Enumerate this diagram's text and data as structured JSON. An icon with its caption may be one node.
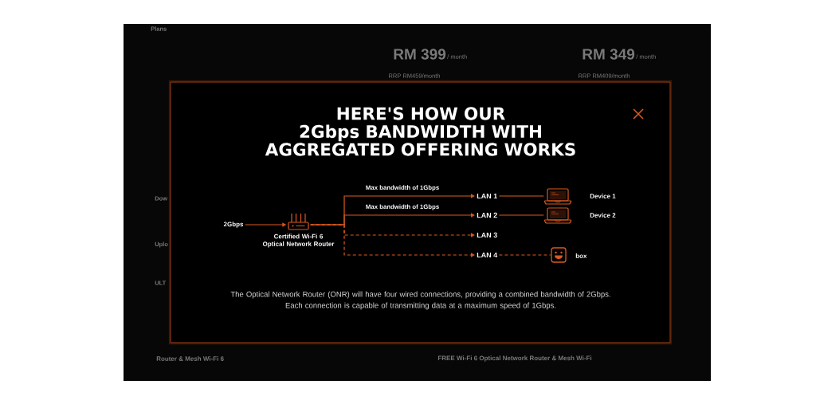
{
  "diagram": {
    "title": "HERE'S HOW OUR 2Gbps BANDWIDTH WITH AGGREGATED OFFERING WORKS",
    "caption": "The Optical Network Router (ONR) will have four wired connections, providing a combined bandwidth of 2Gbps. Each connection is capable of transmitting data at a maximum speed of 1Gbps.",
    "nodes": [
      {
        "text": [
          "2Gbps"
        ]
      },
      {
        "text": [],
        "shape": "picture",
        "beside": [
          "Certified Wi-Fi 6 Optical Network Router"
        ]
      },
      {
        "text": [
          "LAN 1"
        ]
      },
      {
        "text": [
          "LAN 2"
        ]
      },
      {
        "text": [
          "LAN 3"
        ]
      },
      {
        "text": [
          "LAN 4"
        ]
      },
      {
        "text": [],
        "shape": "picture",
        "beside": [
          "Device 1"
        ]
      },
      {
        "text": [],
        "shape": "picture",
        "beside": [
          "Device 2"
        ]
      },
      {
        "text": [],
        "shape": "picture",
        "beside": [
          "box"
        ]
      }
    ],
    "edges": [
      {
        "from": 0,
        "to": 1,
        "arrow": "to"
      },
      {
        "from": 1,
        "to": 2,
        "arrow": "to",
        "label": "Max bandwidth of 1Gbps"
      },
      {
        "from": 1,
        "to": 3,
        "arrow": "to",
        "label": "Max bandwidth of 1Gbps"
      },
      {
        "from": 1,
        "to": 4,
        "arrow": "to",
        "style": "dashed"
      },
      {
        "from": 1,
        "to": 5,
        "arrow": "to",
        "style": "dashed"
      },
      {
        "from": 2,
        "to": 6,
        "arrow": "none"
      },
      {
        "from": 3,
        "to": 7,
        "arrow": "none"
      },
      {
        "from": 5,
        "to": 8,
        "arrow": "none",
        "style": "dashed"
      }
    ],
    "labels": [
      "Plans",
      "RM 399",
      "/ month",
      "RM 349",
      "/ month",
      "RRP RM459/month",
      "RRP RM409/month",
      "Dow",
      "Uplo",
      "ULT",
      "Router & Mesh Wi-Fi 6",
      "FREE Wi-Fi 6 Optical Network Router & Mesh Wi-Fi"
    ]
  }
}
